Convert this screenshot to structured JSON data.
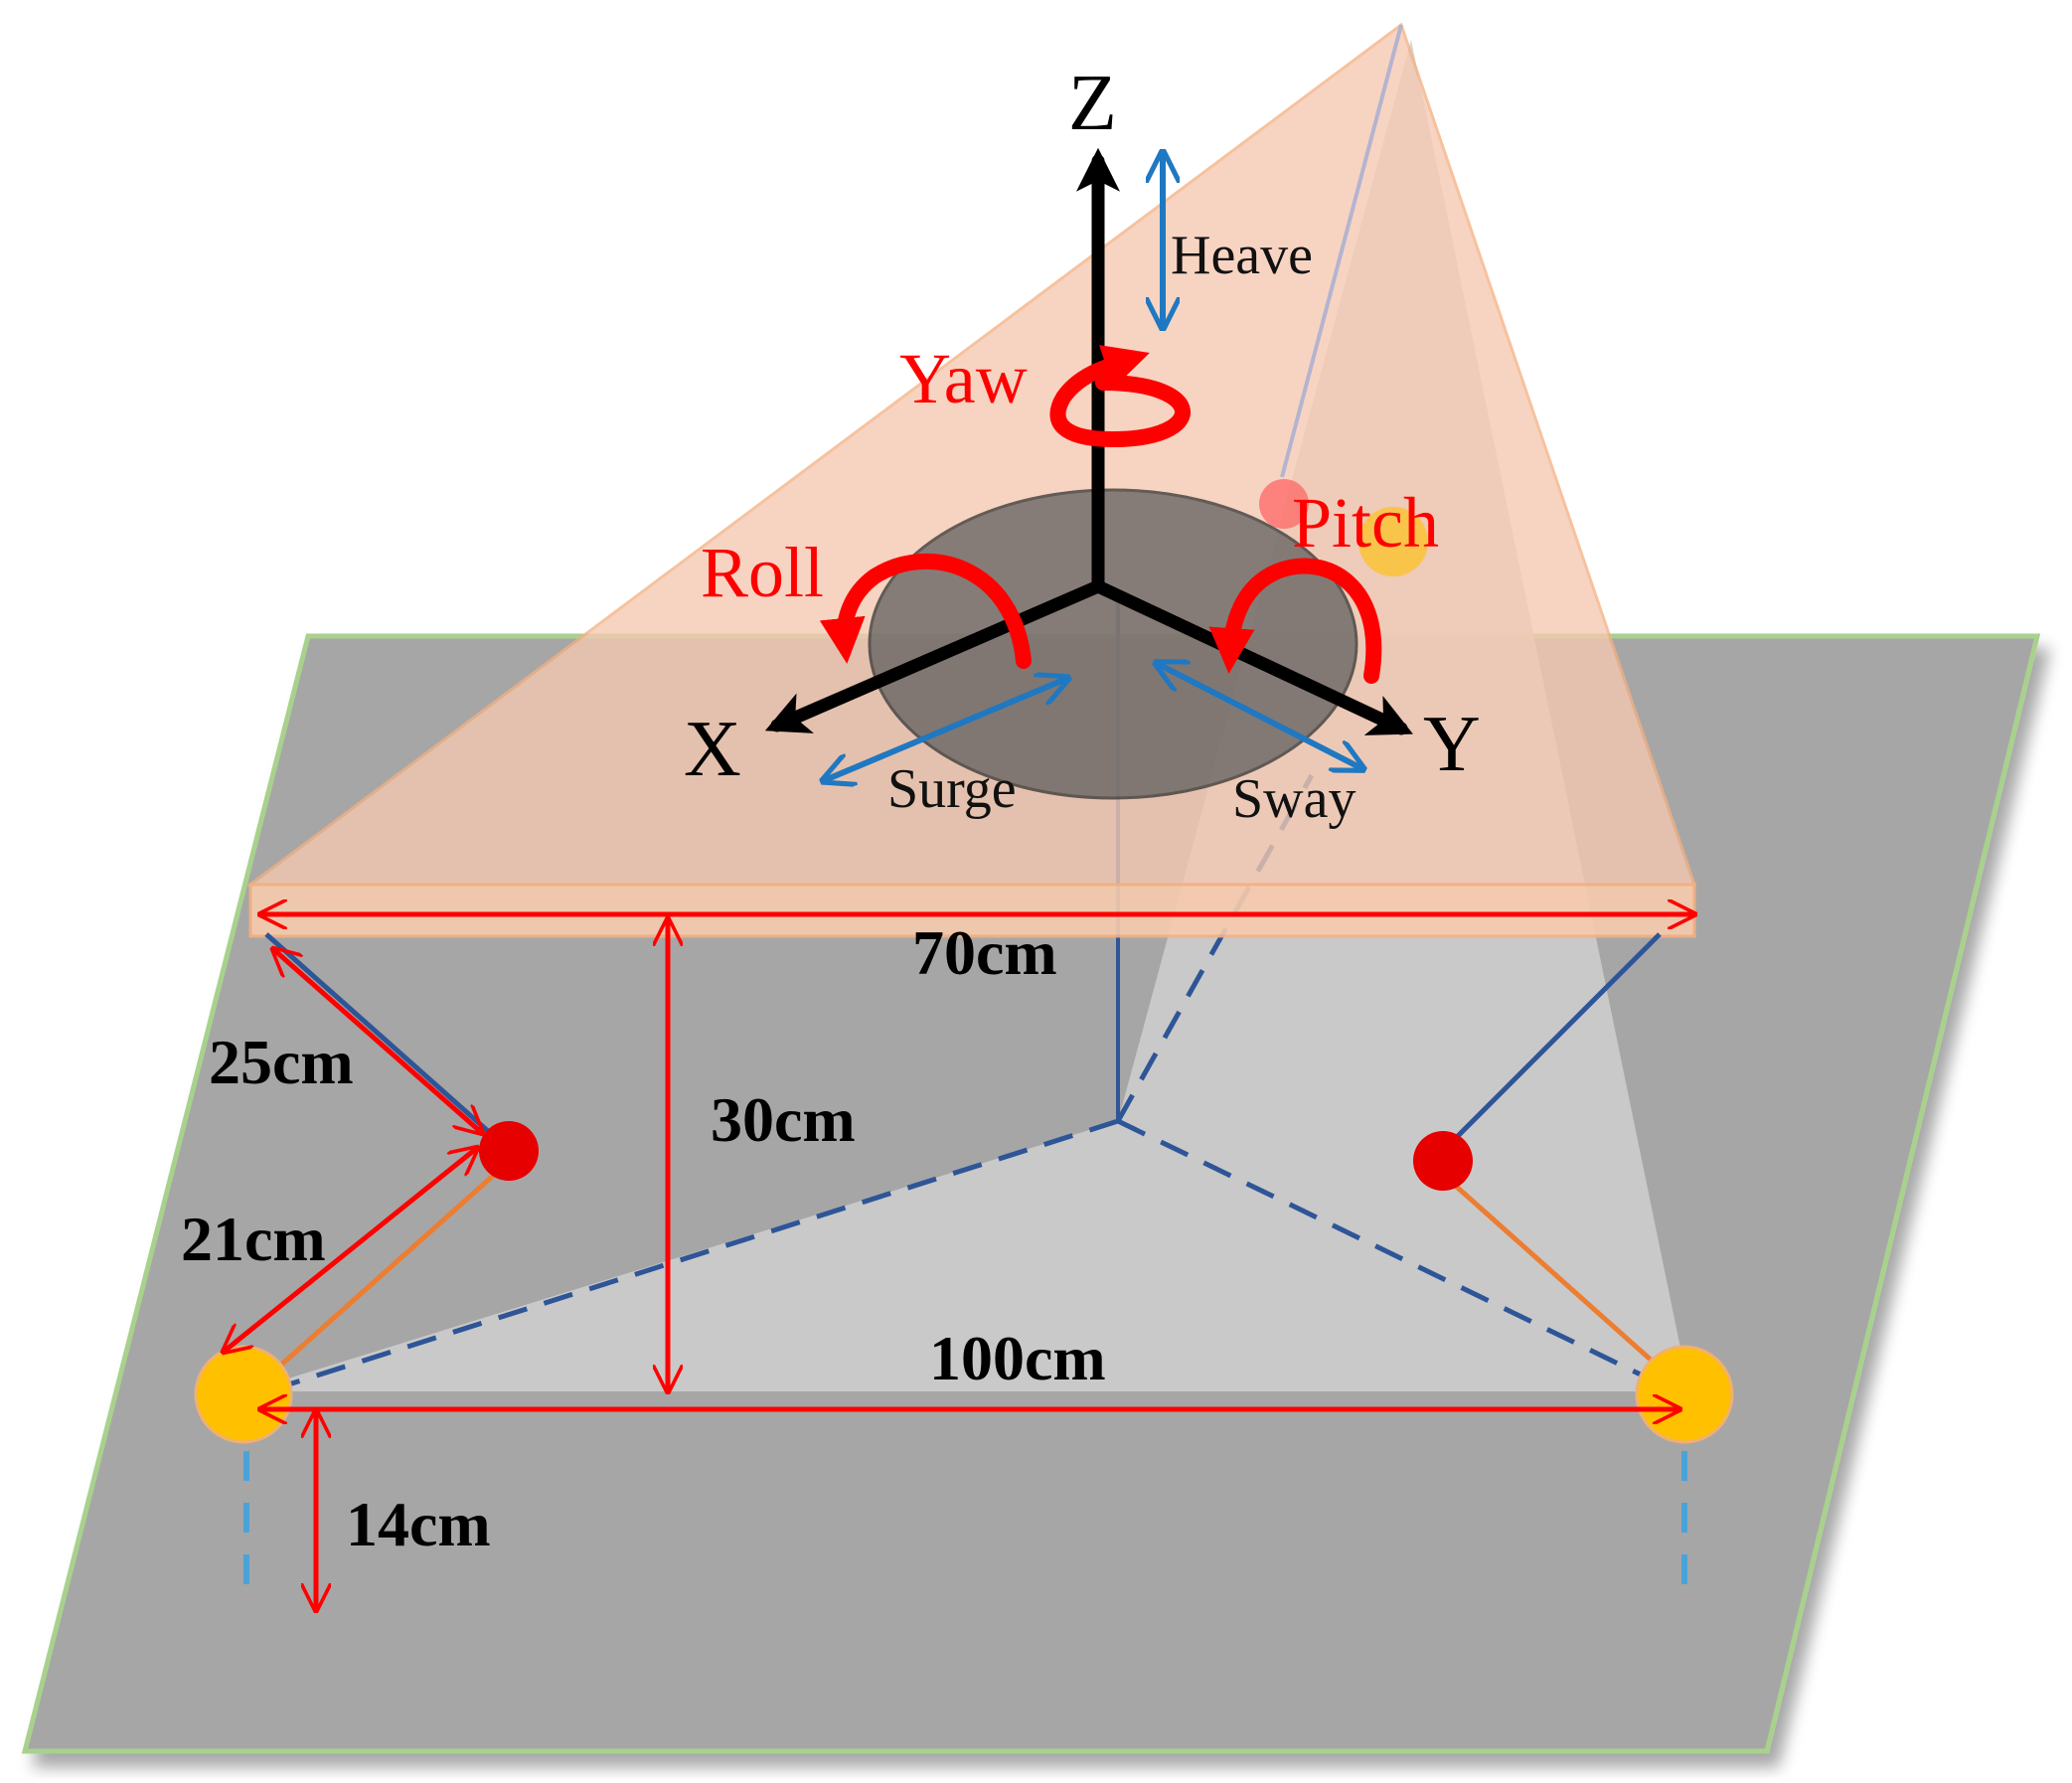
{
  "axes": {
    "x": "X",
    "y": "Y",
    "z": "Z"
  },
  "rotations": {
    "yaw": "Yaw",
    "roll": "Roll",
    "pitch": "Pitch"
  },
  "translations": {
    "heave": "Heave",
    "surge": "Surge",
    "sway": "Sway"
  },
  "dimensions": {
    "platform_width": "70cm",
    "base_width": "100cm",
    "platform_height": "30cm",
    "upper_link": "25cm",
    "lower_link": "21cm",
    "offset": "14cm"
  },
  "colors": {
    "ground_plane": "#a6a6a6",
    "ground_edge": "#a9d18e",
    "top_plate": "#f6c9b1",
    "dimension_arrow": "#ff0000",
    "axis_arrow": "#000000",
    "translation_arrow": "#1f78c1",
    "joint_red": "#e60000",
    "joint_gold": "#ffc000",
    "upper_leg": "#2e5597",
    "lower_leg": "#ed7d31"
  }
}
